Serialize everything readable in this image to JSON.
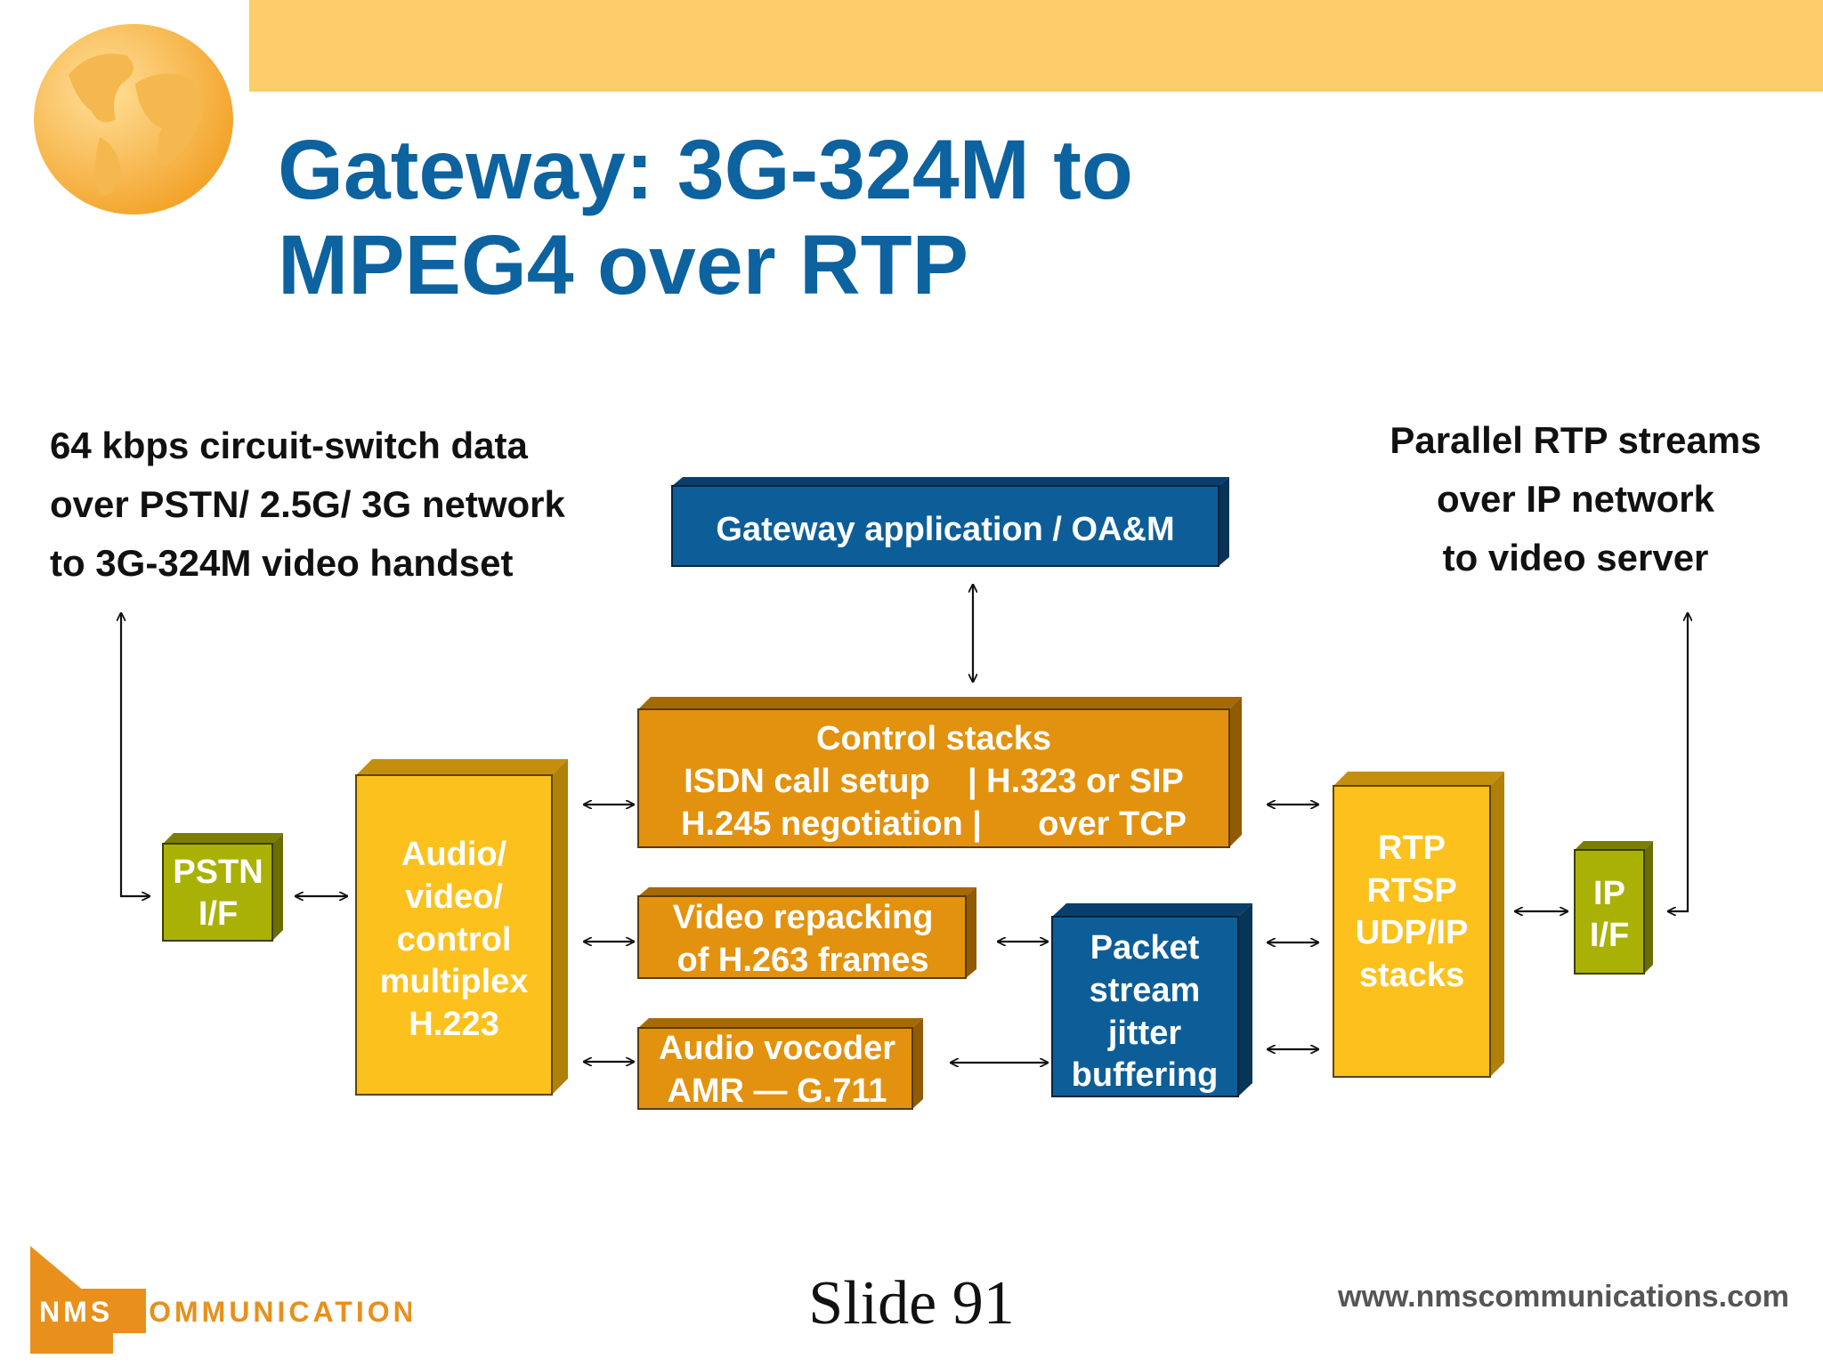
{
  "title": [
    "Gateway: 3G-324M to",
    "MPEG4 over RTP"
  ],
  "note_left": [
    "64 kbps circuit-switch data",
    "over PSTN/ 2.5G/ 3G network",
    "to 3G-324M video handset"
  ],
  "note_right": [
    "Parallel RTP streams",
    "over IP network",
    "to video server"
  ],
  "blocks": {
    "gateway_app": [
      "Gateway application / OA&M"
    ],
    "control_stacks": [
      "Control stacks",
      "ISDN call setup    | H.323 or SIP",
      "H.245 negotiation |      over TCP"
    ],
    "pstn_if": [
      "PSTN",
      "I/F"
    ],
    "av_multiplex": [
      "Audio/",
      "video/",
      "control",
      "multiplex",
      "H.223"
    ],
    "video_repack": [
      "Video repacking",
      "of H.263 frames"
    ],
    "audio_vocoder": [
      "Audio vocoder",
      "AMR — G.711"
    ],
    "packet_stream": [
      "Packet",
      "stream",
      "jitter",
      "buffering"
    ],
    "rtp_stacks": [
      "RTP",
      "RTSP",
      "UDP/IP",
      "stacks"
    ],
    "ip_if": [
      "IP",
      "I/F"
    ]
  },
  "colors": {
    "title": "#0d62a0",
    "orange": "#e2920e",
    "yellow": "#fcc11d",
    "blue": "#0d5e98",
    "olive": "#aab106",
    "topbar": "#fdcd6b"
  },
  "footer": {
    "slide": "Slide 91",
    "url": "www.nmscommunications.com",
    "logo_letters": "NMS",
    "logo_word": "COMMUNICATIONS"
  },
  "icons": [
    "globe-icon",
    "nms-logo-icon",
    "arrow-icon"
  ]
}
